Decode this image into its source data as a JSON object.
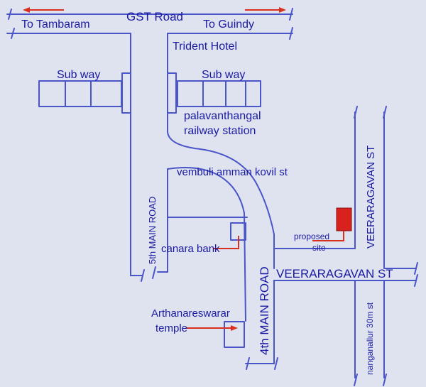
{
  "colors": {
    "background": "#dfe3ef",
    "road_line": "#4a55c8",
    "label_text": "#1a1aa0",
    "arrow": "#d8301e",
    "site_marker": "#d8221e"
  },
  "labels": {
    "gst_road": "GST Road",
    "to_tambaram": "To Tambaram",
    "to_guindy": "To Guindy",
    "trident_hotel": "Trident Hotel",
    "subway_left": "Sub way",
    "subway_right": "Sub way",
    "station_line1": "palavanthangal",
    "station_line2": "railway station",
    "vembuli_st": "vembuli amman kovil st",
    "fifth_main_road": "5th MAIN ROAD",
    "canara_bank": "canara bank",
    "proposed_line1": "proposed",
    "proposed_line2": "site",
    "veeraragavan_st_vertical": "VEERARAGAVAN ST",
    "veeraragavan_st_horizontal": "VEERARAGAVAN ST",
    "fourth_main_road": "4th MAIN ROAD",
    "arthanareswarar_line1": "Arthanareswarar",
    "arthanareswarar_line2": "temple",
    "nanganallur_road": "nanganallur 30m st"
  }
}
